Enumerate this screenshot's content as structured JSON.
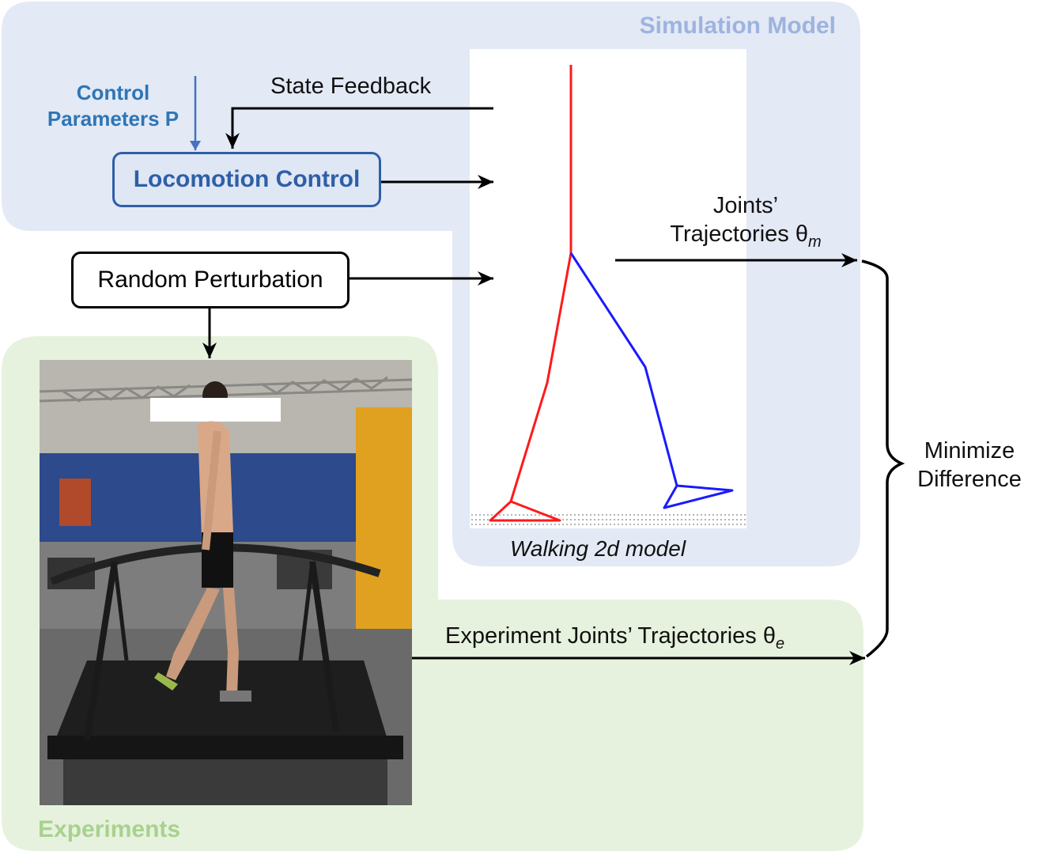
{
  "sim_title": "Simulation Model",
  "exp_title": "Experiments",
  "control_params": [
    "Control",
    "Parameters P"
  ],
  "state_feedback": "State Feedback",
  "locomotion_control": "Locomotion Control",
  "random_perturbation": "Random Perturbation",
  "joints_traj_model": [
    "Joints’",
    "Trajectories θ",
    "m"
  ],
  "walking_model_caption": "Walking 2d model",
  "minimize_difference": [
    "Minimize",
    "Difference"
  ],
  "experiment_traj": [
    "Experiment Joints’ Trajectories θ",
    "e"
  ],
  "colors": {
    "sim_region": "#e3e9f5",
    "exp_region": "#e6f2de",
    "sim_title": "#9db3df",
    "exp_title": "#a9d18e",
    "control_blue": "#2e5fa8",
    "stance_leg": "#ff1a1a",
    "swing_leg": "#1a1aff"
  }
}
